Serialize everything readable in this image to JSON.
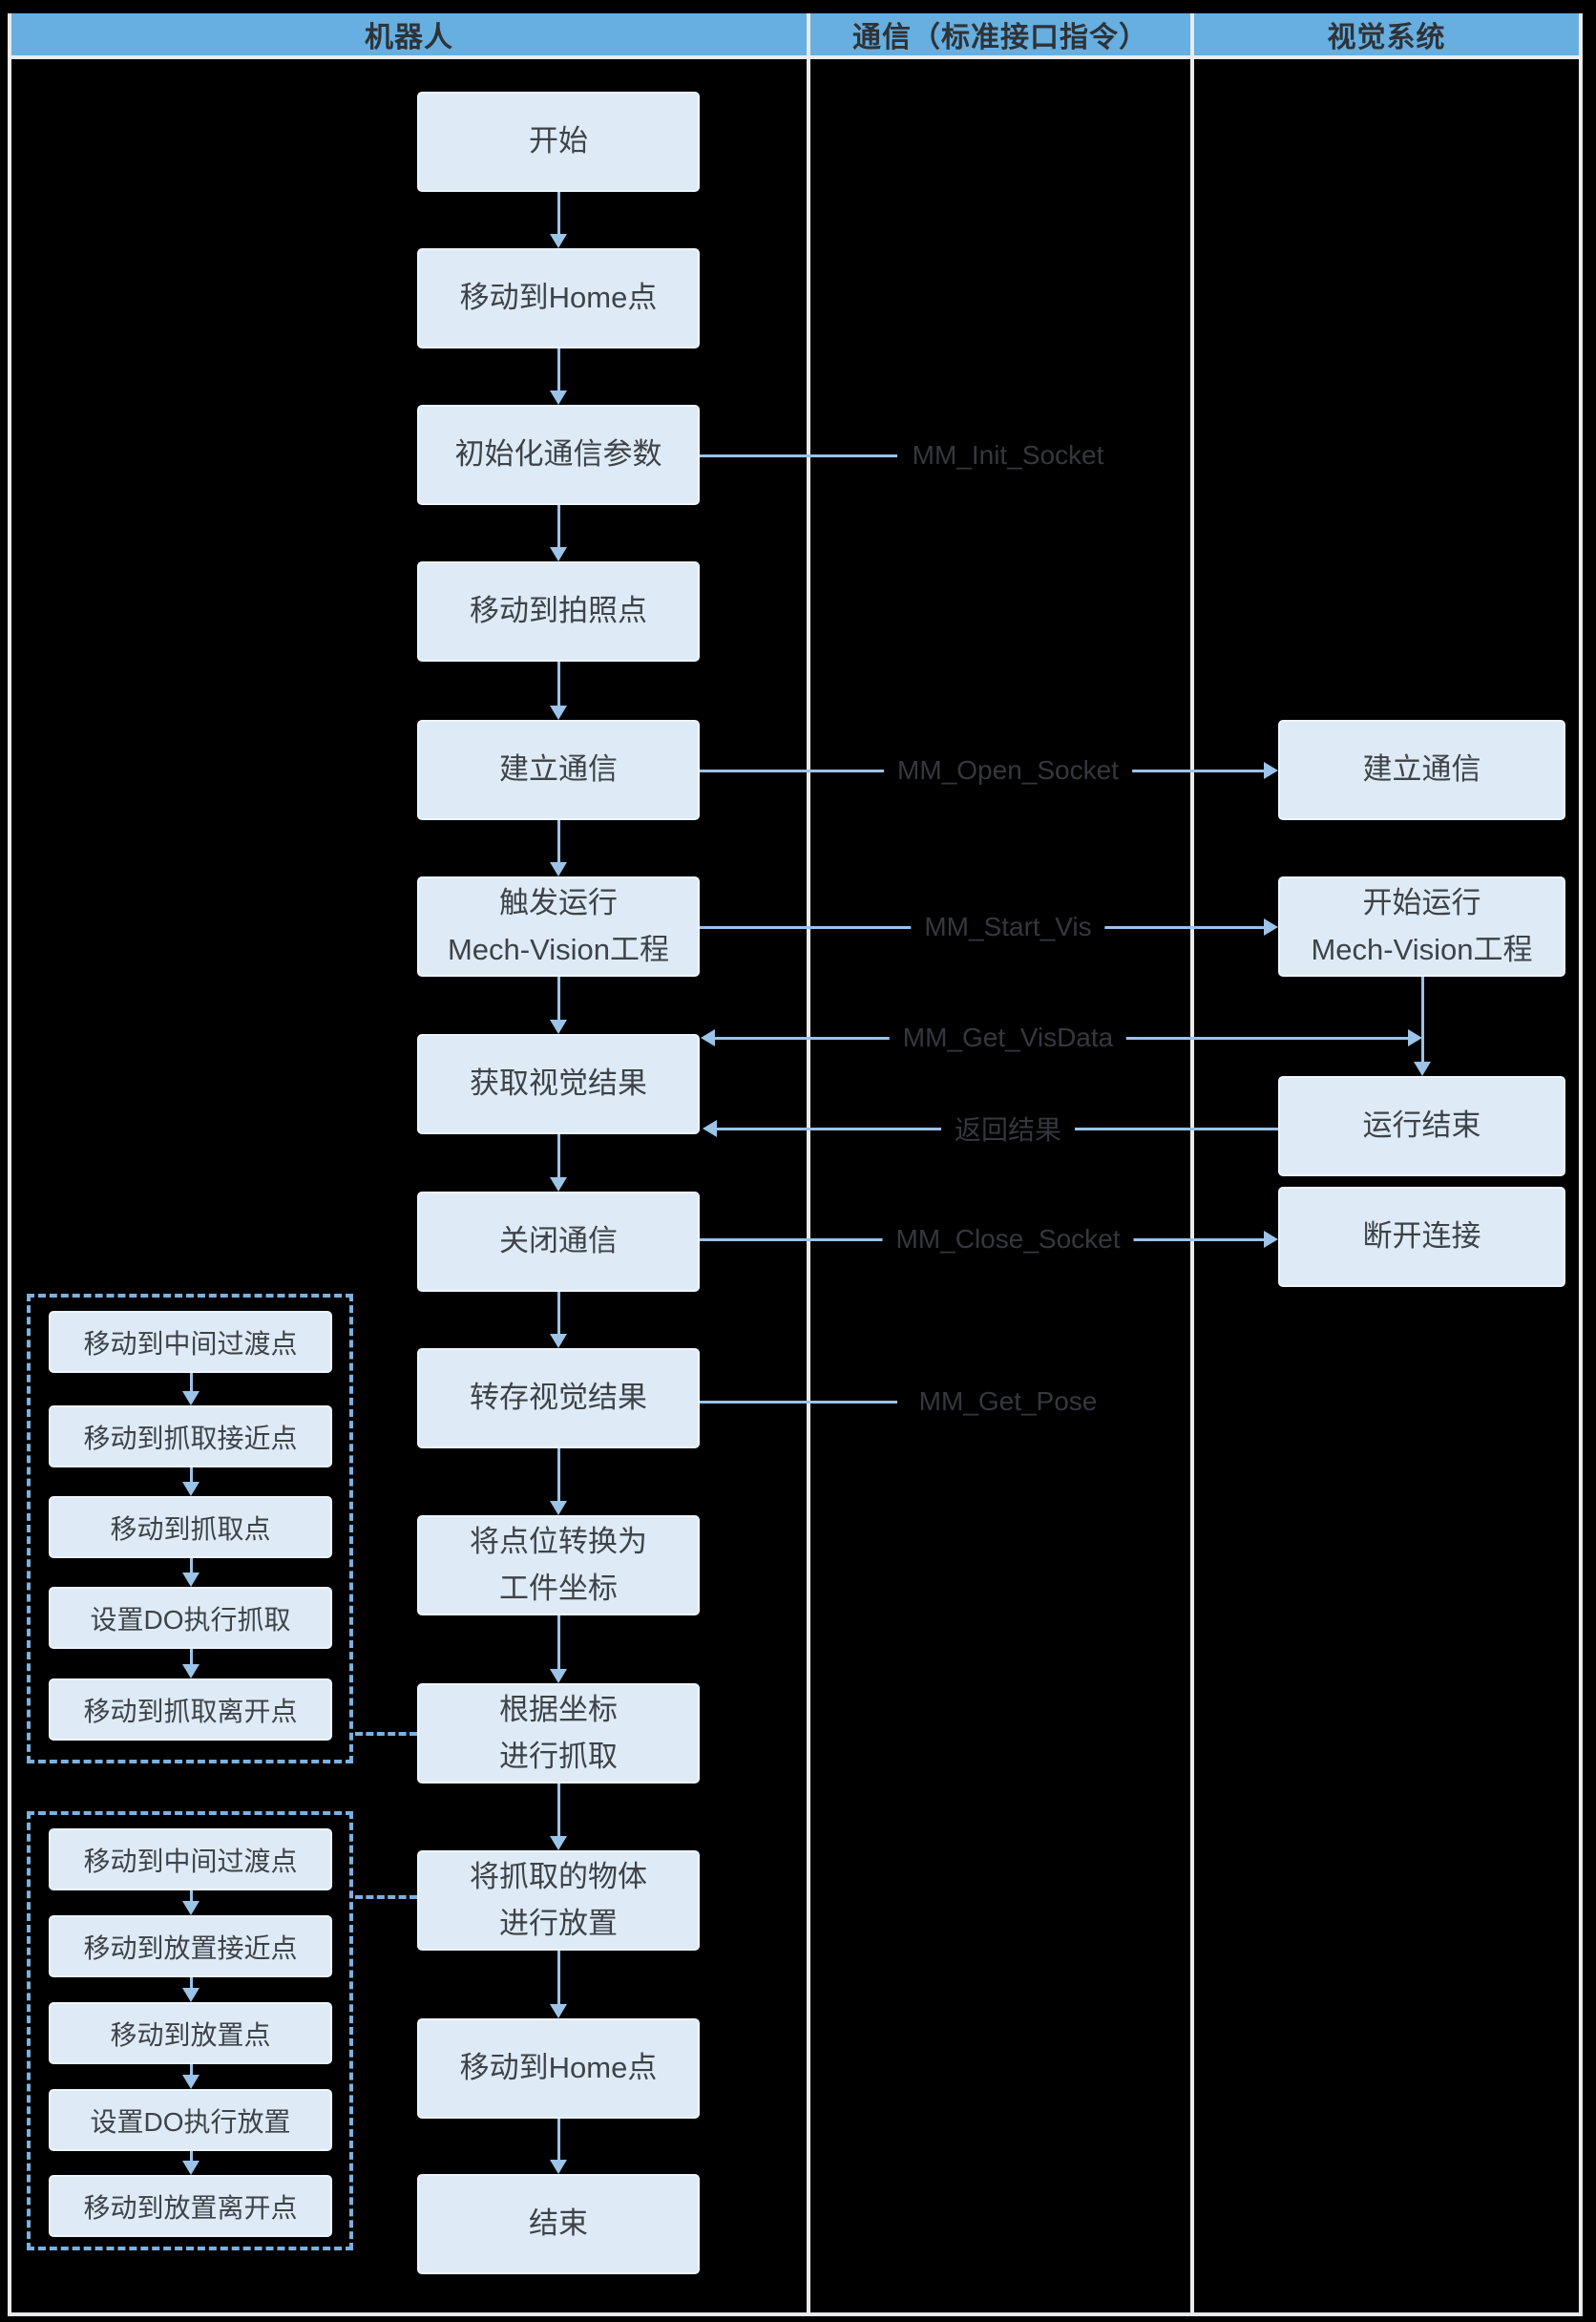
{
  "lanes": [
    "机器人",
    "通信（标准接口指令）",
    "视觉系统"
  ],
  "robot_flow": [
    "开始",
    "移动到Home点",
    "初始化通信参数",
    "移动到拍照点",
    "建立通信",
    "触发运行\nMech-Vision工程",
    "获取视觉结果",
    "关闭通信",
    "转存视觉结果",
    "将点位转换为\n工件坐标",
    "根据坐标\n进行抓取",
    "将抓取的物体\n进行放置",
    "移动到Home点",
    "结束"
  ],
  "vision_flow": [
    "建立通信",
    "开始运行\nMech-Vision工程",
    "运行结束",
    "断开连接"
  ],
  "grab_sequence": [
    "移动到中间过渡点",
    "移动到抓取接近点",
    "移动到抓取点",
    "设置DO执行抓取",
    "移动到抓取离开点"
  ],
  "place_sequence": [
    "移动到中间过渡点",
    "移动到放置接近点",
    "移动到放置点",
    "设置DO执行放置",
    "移动到放置离开点"
  ],
  "messages": [
    "MM_Init_Socket",
    "MM_Open_Socket",
    "MM_Start_Vis",
    "MM_Get_VisData",
    "返回结果",
    "MM_Close_Socket",
    "MM_Get_Pose"
  ],
  "colors": {
    "background": "#000000",
    "header_fill": "#66AFE0",
    "header_text": "#2E3338",
    "grid_line": "#E9EAEB",
    "node_fill": "#DEEBF7",
    "node_text": "#3E4348",
    "arrow": "#9CC3E8",
    "dashed_border": "#7CB1E0",
    "message_text": "#34383E"
  }
}
